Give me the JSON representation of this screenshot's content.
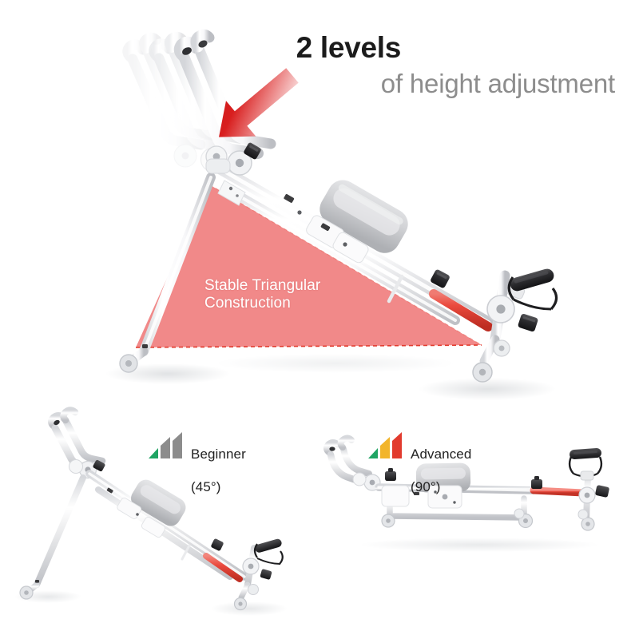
{
  "headline": {
    "main": "2 levels",
    "sub": "of height adjustment"
  },
  "hero": {
    "callout": {
      "label": "Stable Triangular\nConstruction",
      "fill_color": "#F08080",
      "border_color": "#E23B2E",
      "text_color": "#FFFFFF"
    },
    "arrow": {
      "icon": "up-left-arrow-icon",
      "color": "#DC2626"
    },
    "product": {
      "name": "ab-trainer-machine",
      "frame_color": "#FFFFFF",
      "accent_color": "#E8463C",
      "pad_color": "#C8C9CB",
      "handle_color": "#2B2B2B",
      "ghost_positions": 3
    }
  },
  "levels": [
    {
      "id": "beginner",
      "level": "Beginner",
      "angle": "(45°)",
      "bars": [
        {
          "color": "#1FA463",
          "height": 11
        },
        {
          "color": "#8C8C8C",
          "height": 20
        },
        {
          "color": "#8C8C8C",
          "height": 29
        }
      ],
      "panel": {
        "name": "beginner-product-view",
        "orientation": "inclined"
      }
    },
    {
      "id": "advanced",
      "level": "Advanced",
      "angle": "(90°)",
      "bars": [
        {
          "color": "#1FA463",
          "height": 11
        },
        {
          "color": "#F2B52B",
          "height": 20
        },
        {
          "color": "#E23B2E",
          "height": 29
        }
      ],
      "panel": {
        "name": "advanced-product-view",
        "orientation": "flat"
      }
    }
  ],
  "colors": {
    "background": "#FFFFFF",
    "headline_main": "#1B1B1B",
    "headline_sub": "#8D8D8D",
    "accent_red": "#E8463C",
    "triangle_pink": "#F08080",
    "metal_white": "#FFFFFF",
    "pad_gray": "#C8C9CB",
    "text_dark": "#222222"
  }
}
